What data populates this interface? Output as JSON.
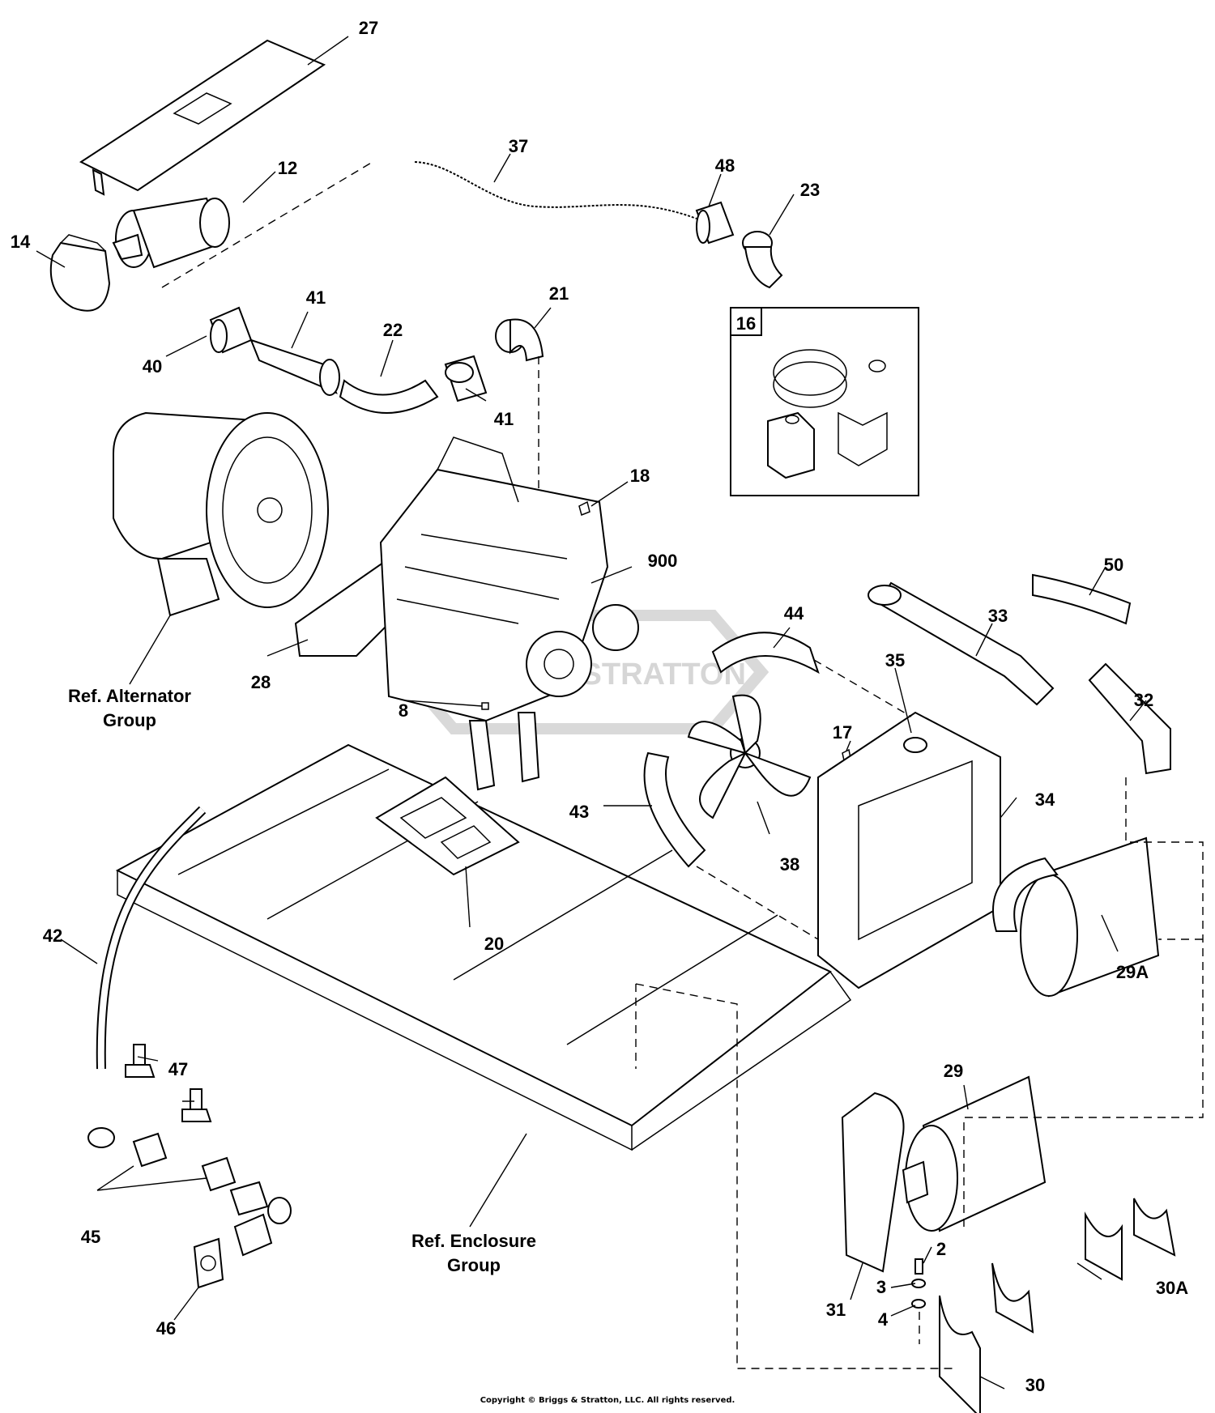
{
  "diagram": {
    "title": "Generator engine, cooling, intake and exhaust parts diagram",
    "callouts": [
      {
        "id": "27",
        "label": "27"
      },
      {
        "id": "12",
        "label": "12"
      },
      {
        "id": "14",
        "label": "14"
      },
      {
        "id": "37",
        "label": "37"
      },
      {
        "id": "48",
        "label": "48"
      },
      {
        "id": "23",
        "label": "23"
      },
      {
        "id": "40",
        "label": "40"
      },
      {
        "id": "41a",
        "label": "41"
      },
      {
        "id": "22",
        "label": "22"
      },
      {
        "id": "41b",
        "label": "41"
      },
      {
        "id": "21",
        "label": "21"
      },
      {
        "id": "16",
        "label": "16"
      },
      {
        "id": "18",
        "label": "18"
      },
      {
        "id": "900",
        "label": "900"
      },
      {
        "id": "50",
        "label": "50"
      },
      {
        "id": "44",
        "label": "44"
      },
      {
        "id": "33",
        "label": "33"
      },
      {
        "id": "28",
        "label": "28"
      },
      {
        "id": "35",
        "label": "35"
      },
      {
        "id": "32",
        "label": "32"
      },
      {
        "id": "8",
        "label": "8"
      },
      {
        "id": "17",
        "label": "17"
      },
      {
        "id": "34",
        "label": "34"
      },
      {
        "id": "43",
        "label": "43"
      },
      {
        "id": "38",
        "label": "38"
      },
      {
        "id": "20",
        "label": "20"
      },
      {
        "id": "42",
        "label": "42"
      },
      {
        "id": "29A",
        "label": "29A"
      },
      {
        "id": "47",
        "label": "47"
      },
      {
        "id": "29",
        "label": "29"
      },
      {
        "id": "45",
        "label": "45"
      },
      {
        "id": "2",
        "label": "2"
      },
      {
        "id": "31",
        "label": "31"
      },
      {
        "id": "3",
        "label": "3"
      },
      {
        "id": "30A",
        "label": "30A"
      },
      {
        "id": "4",
        "label": "4"
      },
      {
        "id": "46",
        "label": "46"
      },
      {
        "id": "30",
        "label": "30"
      }
    ],
    "references": {
      "alternator_line1": "Ref. Alternator",
      "alternator_line2": "Group",
      "enclosure_line1": "Ref. Enclosure",
      "enclosure_line2": "Group"
    },
    "watermark": "BRIGGS & STRATTON"
  },
  "footer": {
    "copyright": "Copyright © Briggs & Stratton, LLC. All rights reserved."
  }
}
